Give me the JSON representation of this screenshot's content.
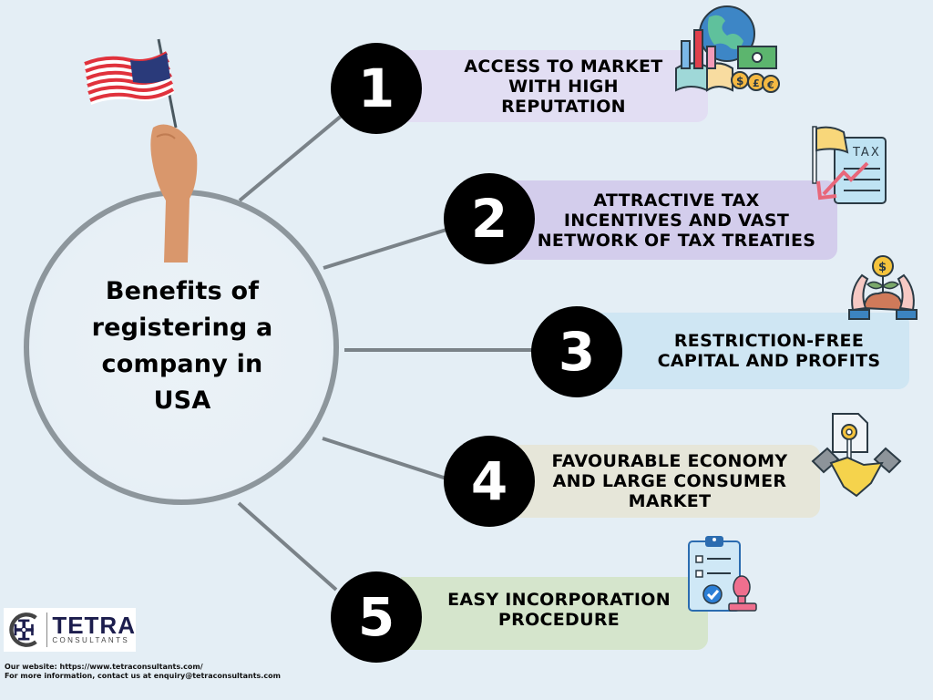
{
  "hub": {
    "title": "Benefits of registering a company in USA",
    "title_lines": [
      "Benefits of",
      "registering a",
      "company in",
      "USA"
    ]
  },
  "benefits": [
    {
      "number": "1",
      "label": "Access to market with high reputation",
      "lines": [
        "ACCESS TO MARKET",
        "WITH HIGH",
        "REPUTATION"
      ],
      "color": "#e2def3",
      "icon": "market-globe-chart-money-icon"
    },
    {
      "number": "2",
      "label": "Attractive tax incentives and vast network of tax treaties",
      "lines": [
        "ATTRACTIVE TAX",
        "INCENTIVES AND VAST",
        "NETWORK OF TAX TREATIES"
      ],
      "color": "#d3cdec",
      "icon": "tax-document-flag-icon"
    },
    {
      "number": "3",
      "label": "Restriction-free capital and profits",
      "lines": [
        "RESTRICTION-FREE",
        "CAPITAL AND PROFITS"
      ],
      "color": "#cfe6f3",
      "icon": "hands-money-plant-icon"
    },
    {
      "number": "4",
      "label": "Favourable economy and large consumer market",
      "lines": [
        "FAVOURABLE ECONOMY",
        "AND LARGE CONSUMER",
        "MARKET"
      ],
      "color": "#e6e6d9",
      "icon": "handshake-key-document-icon"
    },
    {
      "number": "5",
      "label": "Easy incorporation procedure",
      "lines": [
        "EASY INCORPORATION",
        "PROCEDURE"
      ],
      "color": "#d5e5cc",
      "icon": "clipboard-stamp-checklist-icon"
    }
  ],
  "brand": {
    "name": "TETRA",
    "subtitle": "CONSULTANTS"
  },
  "footer": {
    "website": "Our website: https://www.tetraconsultants.com/",
    "contact": "For more information, contact us at enquiry@tetraconsultants.com"
  },
  "colors": {
    "background": "#e4eef5",
    "hub_ring": "#8d969c",
    "connector": "#7a8288",
    "number_bg": "#000000",
    "number_fg": "#ffffff"
  }
}
